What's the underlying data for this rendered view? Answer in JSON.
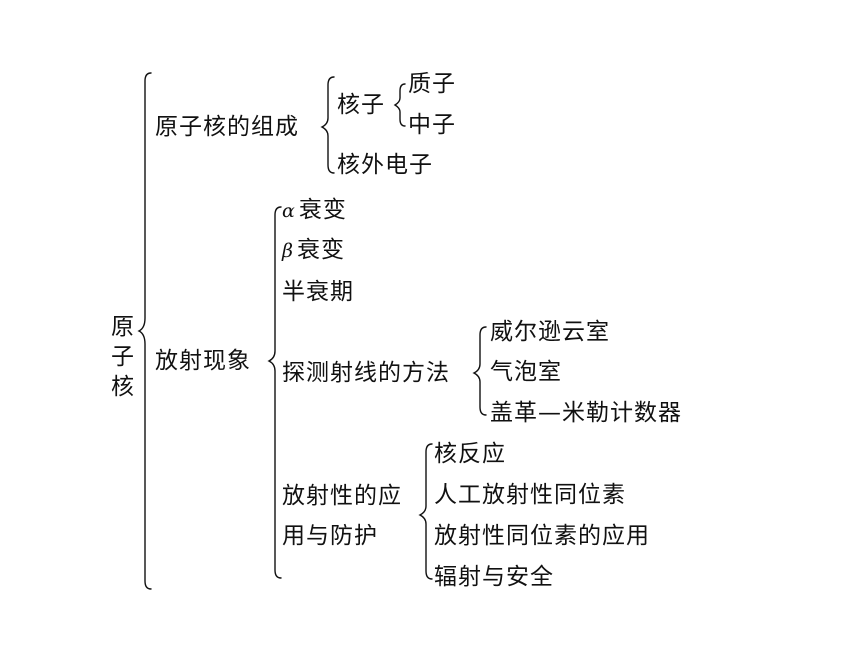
{
  "colors": {
    "ink": "#111111",
    "background": "#ffffff"
  },
  "root": {
    "label": "原子核"
  },
  "composition": {
    "label": "原子核的组成",
    "nucleon": {
      "label": "核子",
      "children": [
        "质子",
        "中子"
      ]
    },
    "electron": "核外电子"
  },
  "radiation": {
    "label": "放射现象",
    "alpha": {
      "symbol": "α",
      "text": "衰变"
    },
    "beta": {
      "symbol": "β",
      "text": "衰变"
    },
    "half_life": "半衰期",
    "detection": {
      "label": "探测射线的方法",
      "children": [
        "威尔逊云室",
        "气泡室",
        "盖革—米勒计数器"
      ]
    },
    "application": {
      "label_line1": "放射性的应",
      "label_line2": "用与防护",
      "children": [
        "核反应",
        "人工放射性同位素",
        "放射性同位素的应用",
        "辐射与安全"
      ]
    }
  }
}
